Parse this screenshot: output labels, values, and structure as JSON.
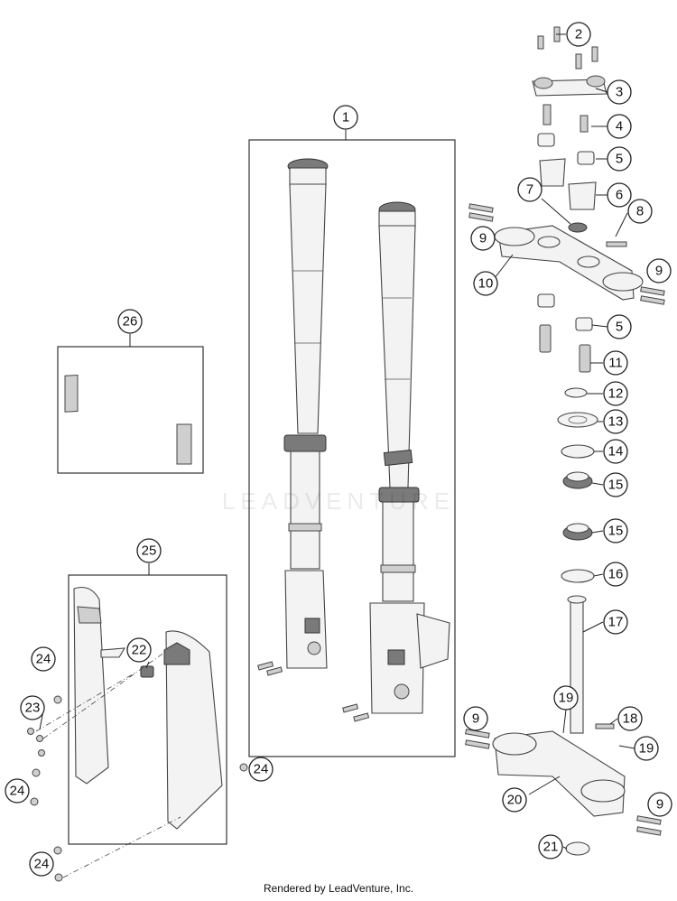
{
  "watermark": "LEADVENTURE",
  "credit": "Rendered by LeadVenture, Inc.",
  "callouts": [
    {
      "id": "c1",
      "label": "1"
    },
    {
      "id": "c2",
      "label": "2"
    },
    {
      "id": "c3",
      "label": "3"
    },
    {
      "id": "c4",
      "label": "4"
    },
    {
      "id": "c5a",
      "label": "5"
    },
    {
      "id": "c6",
      "label": "6"
    },
    {
      "id": "c7",
      "label": "7"
    },
    {
      "id": "c8",
      "label": "8"
    },
    {
      "id": "c9a",
      "label": "9"
    },
    {
      "id": "c9b",
      "label": "9"
    },
    {
      "id": "c10",
      "label": "10"
    },
    {
      "id": "c5b",
      "label": "5"
    },
    {
      "id": "c11",
      "label": "11"
    },
    {
      "id": "c12",
      "label": "12"
    },
    {
      "id": "c13",
      "label": "13"
    },
    {
      "id": "c14",
      "label": "14"
    },
    {
      "id": "c15a",
      "label": "15"
    },
    {
      "id": "c15b",
      "label": "15"
    },
    {
      "id": "c16",
      "label": "16"
    },
    {
      "id": "c17",
      "label": "17"
    },
    {
      "id": "c18",
      "label": "18"
    },
    {
      "id": "c19a",
      "label": "19"
    },
    {
      "id": "c19b",
      "label": "19"
    },
    {
      "id": "c9c",
      "label": "9"
    },
    {
      "id": "c20",
      "label": "20"
    },
    {
      "id": "c9d",
      "label": "9"
    },
    {
      "id": "c21",
      "label": "21"
    },
    {
      "id": "c22",
      "label": "22"
    },
    {
      "id": "c23",
      "label": "23"
    },
    {
      "id": "c24a",
      "label": "24"
    },
    {
      "id": "c24b",
      "label": "24"
    },
    {
      "id": "c24c",
      "label": "24"
    },
    {
      "id": "c24d",
      "label": "24"
    },
    {
      "id": "c25",
      "label": "25"
    },
    {
      "id": "c26",
      "label": "26"
    }
  ]
}
